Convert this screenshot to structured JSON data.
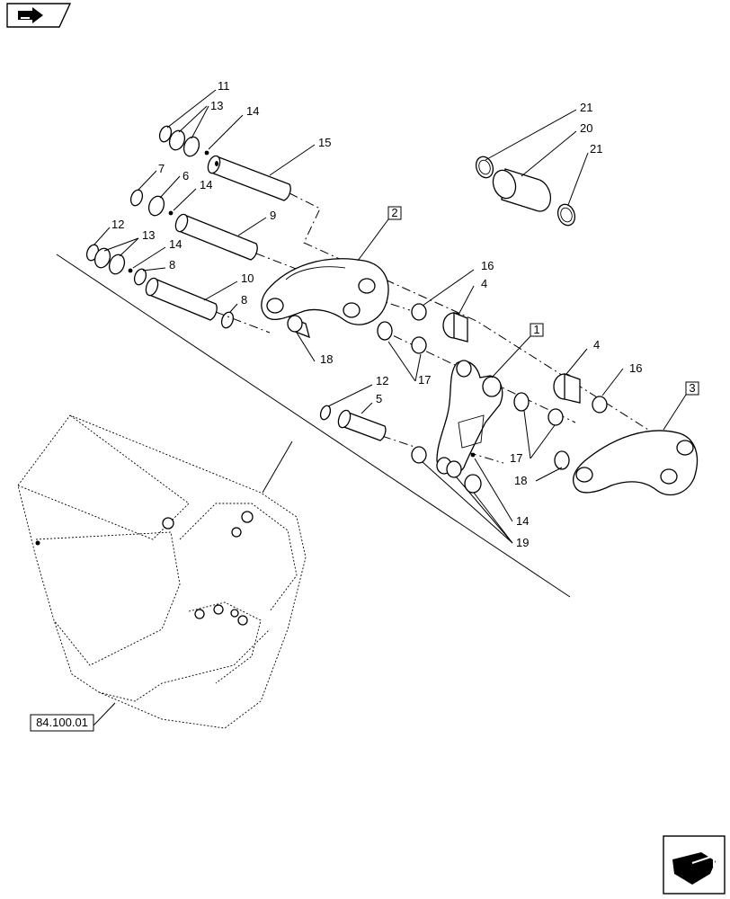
{
  "labels": {
    "l11": "11",
    "l13a": "13",
    "l14a": "14",
    "l15": "15",
    "l7": "7",
    "l6": "6",
    "l14b": "14",
    "l9": "9",
    "l12a": "12",
    "l13b": "13",
    "l14c": "14",
    "l8a": "8",
    "l10": "10",
    "l8b": "8",
    "l18a": "18",
    "l21a": "21",
    "l20": "20",
    "l21b": "21",
    "l16a": "16",
    "l4a": "4",
    "l17a": "17",
    "l1": "1",
    "l2": "2",
    "l3": "3",
    "l4b": "4",
    "l16b": "16",
    "l12b": "12",
    "l5": "5",
    "l17b": "17",
    "l18b": "18",
    "l14d": "14",
    "l19": "19"
  },
  "reference": "84.100.01",
  "icons": {
    "top_left": "navigate-forward-icon",
    "bottom_right": "related-page-icon"
  }
}
